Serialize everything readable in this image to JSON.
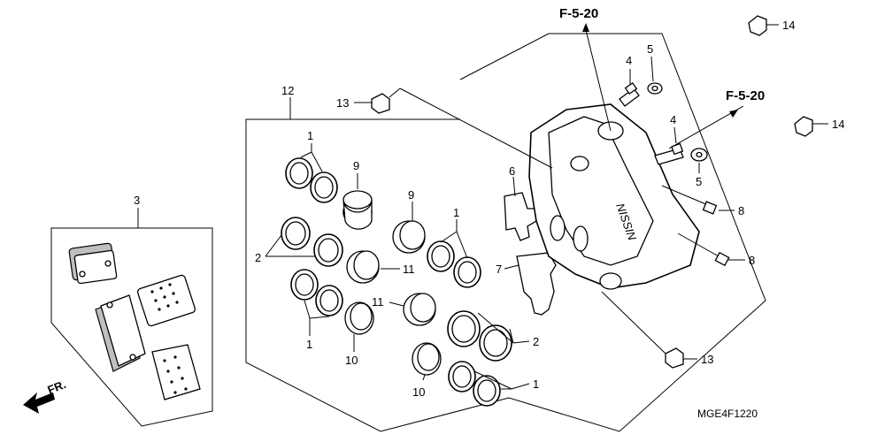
{
  "diagram": {
    "callouts": {
      "n1a": "1",
      "n1b": "1",
      "n1c": "1",
      "n1d": "1",
      "n2a": "2",
      "n2b": "2",
      "n3": "3",
      "n4a": "4",
      "n4b": "4",
      "n5a": "5",
      "n5b": "5",
      "n6": "6",
      "n7": "7",
      "n8a": "8",
      "n8b": "8",
      "n9a": "9",
      "n9b": "9",
      "n10a": "10",
      "n10b": "10",
      "n11a": "11",
      "n11b": "11",
      "n12": "12",
      "n13a": "13",
      "n13b": "13",
      "n14a": "14",
      "n14b": "14"
    },
    "references": {
      "top": "F-5-20",
      "right": "F-5-20"
    },
    "front_indicator": "FR.",
    "caliper_logo": "NISSIN",
    "diagram_code": "MGE4F1220"
  }
}
